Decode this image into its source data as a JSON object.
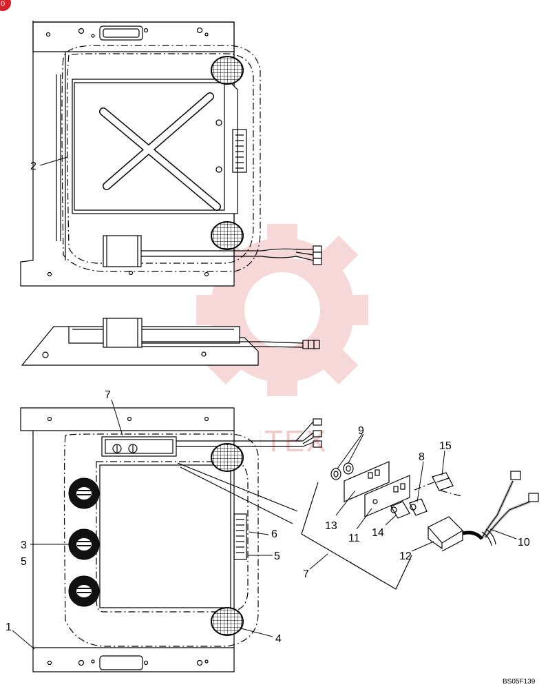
{
  "corner_badge": "0",
  "watermark": "TEHTEX",
  "drawing_code": "BS05F139",
  "callouts": {
    "c1": "1",
    "c2": "2",
    "c3": "3",
    "c3b": "5",
    "c4": "4",
    "c5": "5",
    "c6": "6",
    "c7a": "7",
    "c7b": "7",
    "c8": "8",
    "c9": "9",
    "c10": "10",
    "c11": "11",
    "c12": "12",
    "c13": "13",
    "c14": "14",
    "c15": "15"
  },
  "colors": {
    "line": "#000000",
    "watermark": "#f2b9b9",
    "badge": "#d9202a"
  }
}
